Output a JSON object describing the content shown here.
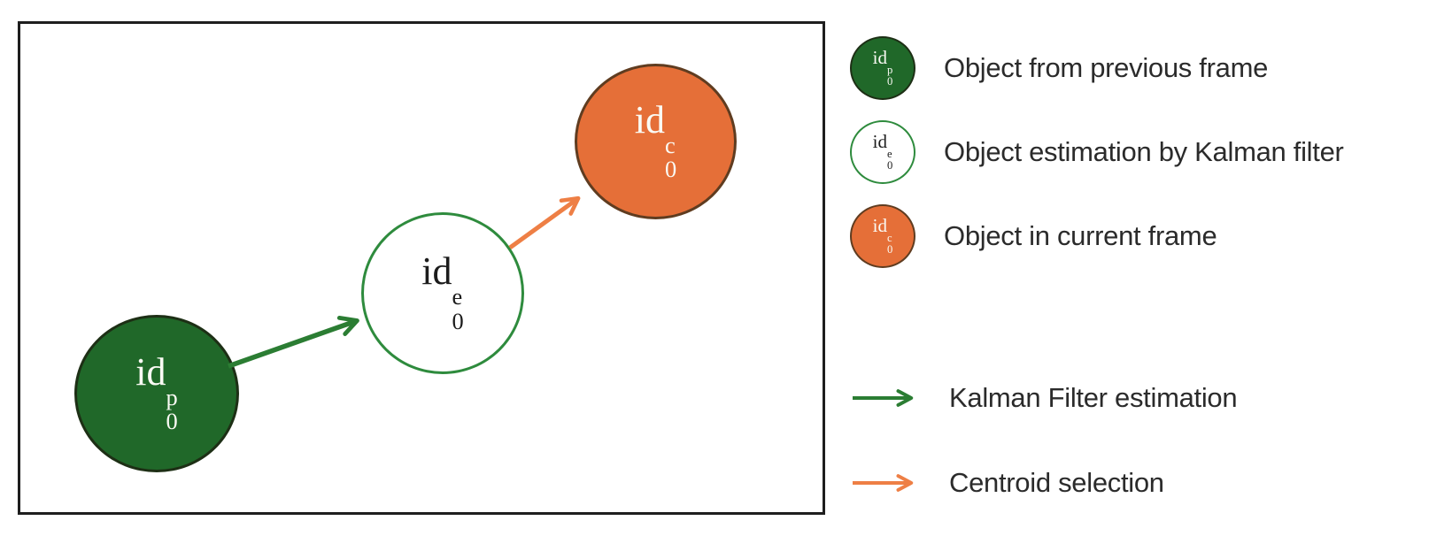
{
  "colors": {
    "box_border": "#1e1e1e",
    "green_fill": "#206829",
    "green_edge": "#1d2f15",
    "green_stroke": "#2e8b3d",
    "green_arrow": "#2b7d33",
    "orange_fill": "#e56f38",
    "orange_edge": "#5f3c20",
    "orange_arrow": "#ee7f45",
    "label_text": "#2b2b2b"
  },
  "diagram": {
    "nodes": [
      {
        "name": "previous",
        "base": "id",
        "sup": "p",
        "sub": "0"
      },
      {
        "name": "estimation",
        "base": "id",
        "sup": "e",
        "sub": "0"
      },
      {
        "name": "current",
        "base": "id",
        "sup": "c",
        "sub": "0"
      }
    ]
  },
  "legend": {
    "items": [
      {
        "base": "id",
        "sup": "p",
        "sub": "0",
        "label": "Object from previous frame"
      },
      {
        "base": "id",
        "sup": "e",
        "sub": "0",
        "label": "Object estimation by Kalman filter"
      },
      {
        "base": "id",
        "sup": "c",
        "sub": "0",
        "label": "Object in current frame"
      }
    ],
    "arrows": [
      {
        "label": "Kalman Filter estimation"
      },
      {
        "label": "Centroid selection"
      }
    ]
  }
}
